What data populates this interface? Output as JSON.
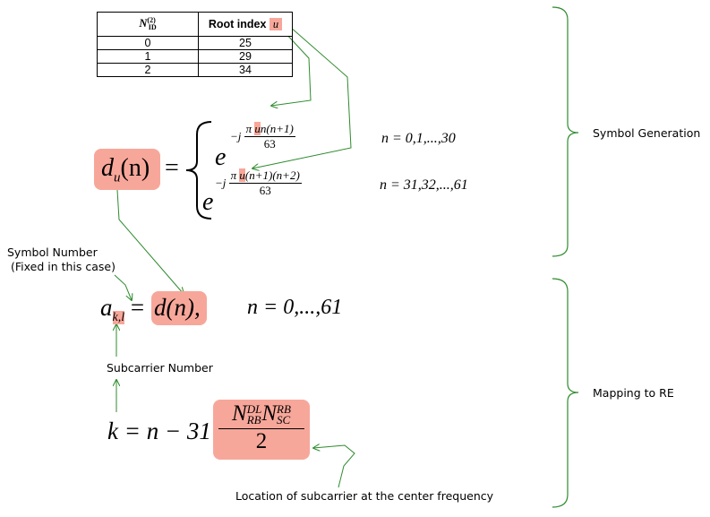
{
  "table": {
    "header_id_symbol": "N",
    "header_id_sub": "ID",
    "header_id_sup": "(2)",
    "header_root_label": "Root index",
    "header_root_var": "u",
    "rows": [
      {
        "id": "0",
        "root": "25"
      },
      {
        "id": "1",
        "root": "29"
      },
      {
        "id": "2",
        "root": "34"
      }
    ]
  },
  "eq1": {
    "lhs_d": "d",
    "lhs_sub": "u",
    "lhs_arg": "(n)",
    "eq": "=",
    "e": "e",
    "case1_prefix": "−j",
    "case1_pi": "π",
    "case1_u": "u",
    "case1_rest": "n(n+1)",
    "case1_den": "63",
    "case1_range": "n = 0,1,...,30",
    "case2_prefix": "−j",
    "case2_pi": "π",
    "case2_u": "u",
    "case2_rest": "(n+1)(n+2)",
    "case2_den": "63",
    "case2_range": "n = 31,32,...,61"
  },
  "eq2": {
    "a": "a",
    "sub": "k,l",
    "eq": "=",
    "rhs": "d(n),",
    "range": "n = 0,...,61"
  },
  "eq3": {
    "lhs": "k = n − 31 +",
    "N1": "N",
    "N1_sup": "DL",
    "N1_sub": "RB",
    "N2": "N",
    "N2_sup": "RB",
    "N2_sub": "SC",
    "den": "2"
  },
  "labels": {
    "symbol_generation": "Symbol Generation",
    "mapping_to_re": "Mapping to RE",
    "symbol_number": "Symbol Number",
    "fixed_case": "(Fixed in this case)",
    "subcarrier_number": "Subcarrier Number",
    "center_location": "Location of subcarrier at the center frequency"
  },
  "colors": {
    "highlight": "#f7a79a",
    "arrow": "#2e8b2e"
  }
}
